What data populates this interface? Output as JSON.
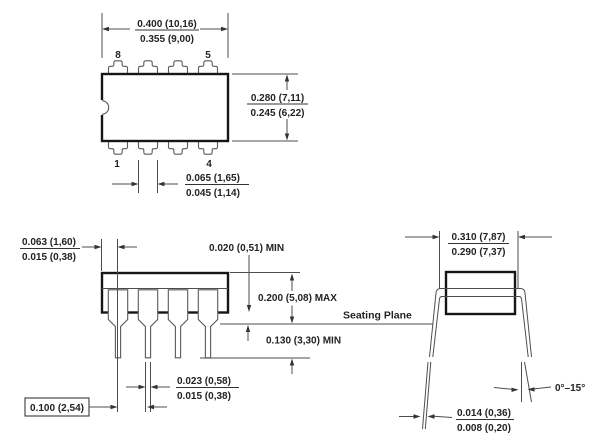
{
  "top_view": {
    "pin8": "8",
    "pin5": "5",
    "pin1": "1",
    "pin4": "4",
    "overall_width_max": "0.400 (10,16)",
    "overall_width_min": "0.355 (9,00)",
    "body_width_max": "0.280 (7,11)",
    "body_width_min": "0.245 (6,22)",
    "shoulder_width_max": "0.065 (1,65)",
    "shoulder_width_min": "0.045 (1,14)"
  },
  "front_view": {
    "lead_edge_max": "0.063 (1,60)",
    "lead_edge_min": "0.015 (0,38)",
    "standoff": "0.020 (0,51) MIN",
    "body_height": "0.200 (5,08) MAX",
    "seating_plane": "Seating Plane",
    "lead_length": "0.130 (3,30) MIN",
    "lead_width_max": "0.023 (0,58)",
    "lead_width_min": "0.015 (0,38)",
    "pitch": "0.100 (2,54)"
  },
  "side_view": {
    "row_spacing_max": "0.310 (7,87)",
    "row_spacing_min": "0.290 (7,37)",
    "lead_angle": "0°–15°",
    "lead_thickness_max": "0.014 (0,36)",
    "lead_thickness_min": "0.008 (0,20)"
  },
  "colors": {
    "line": "#4d4d4d",
    "bold_line": "#161616",
    "text": "#232323",
    "background": "#ffffff"
  }
}
